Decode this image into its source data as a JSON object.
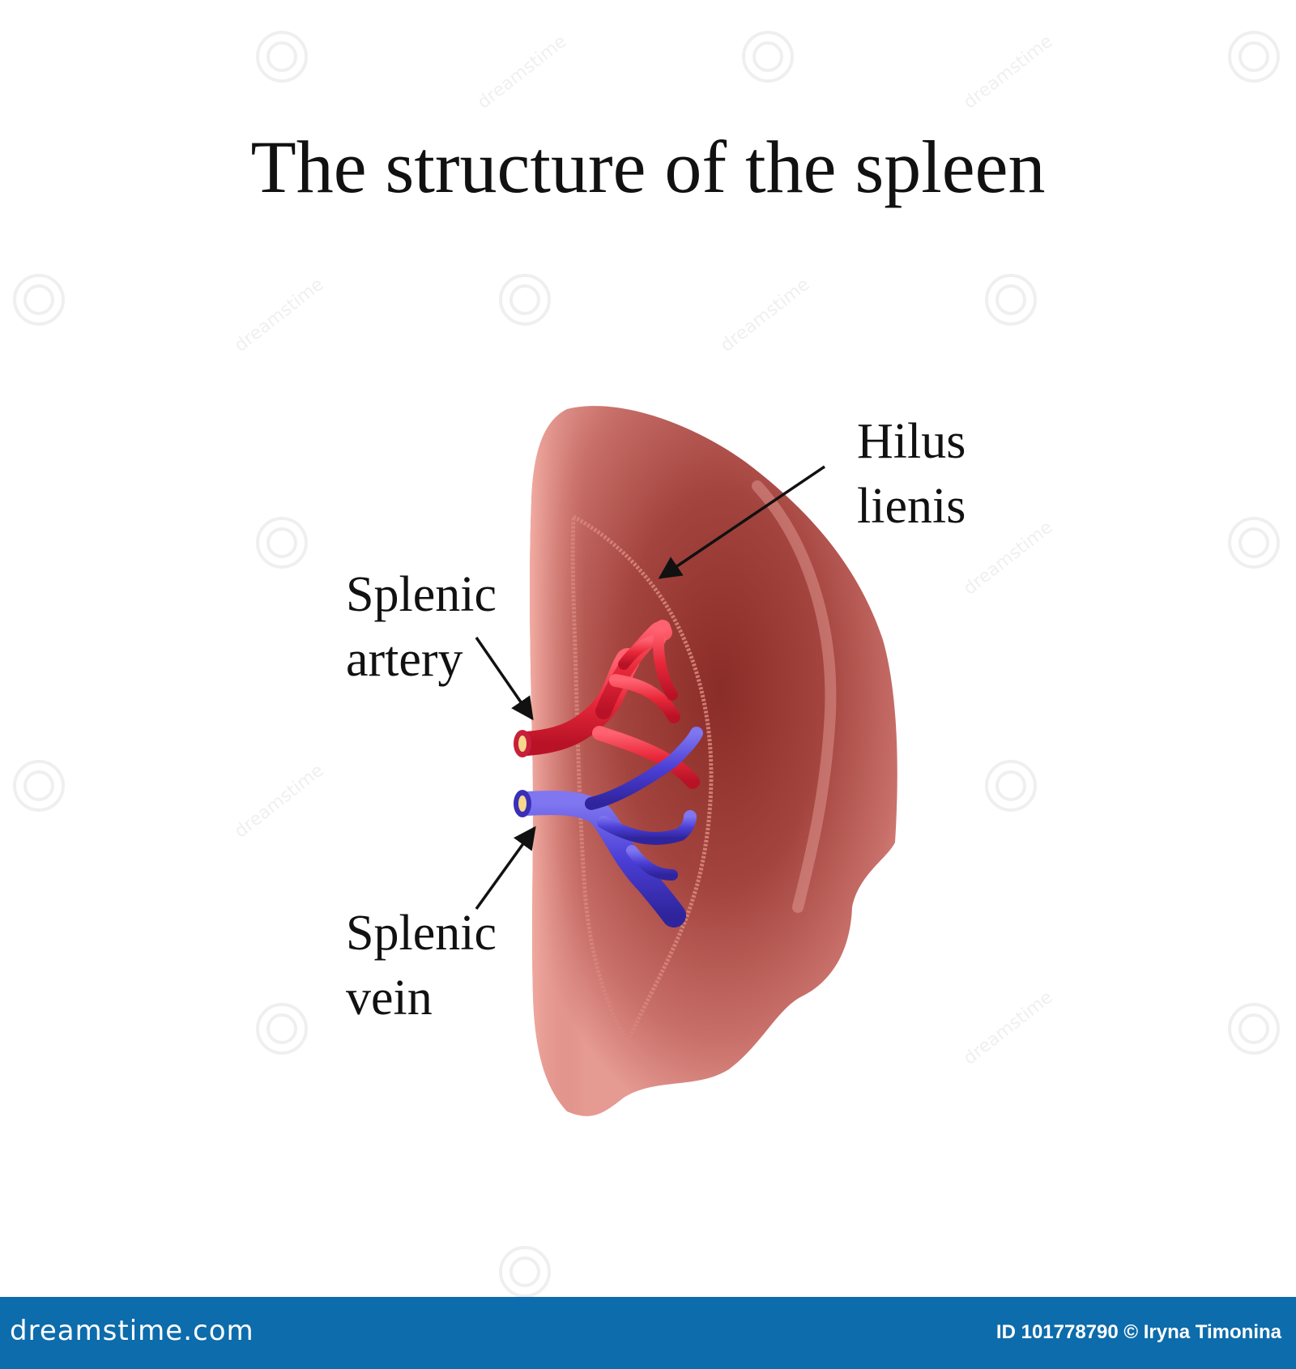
{
  "title": "The structure of the spleen",
  "labels": {
    "hilus": [
      "Hilus",
      "lienis"
    ],
    "artery": [
      "Splenic",
      "artery"
    ],
    "vein": [
      "Splenic",
      "vein"
    ]
  },
  "footer": {
    "brand": "dreamstime.com",
    "credit": "ID 101778790 © Iryna Timonina"
  },
  "watermark": "dreamstime",
  "colors": {
    "spleen": "#b5524f",
    "artery": "#e8283a",
    "vein": "#4b3fd6",
    "footer": "#0d6cab"
  }
}
